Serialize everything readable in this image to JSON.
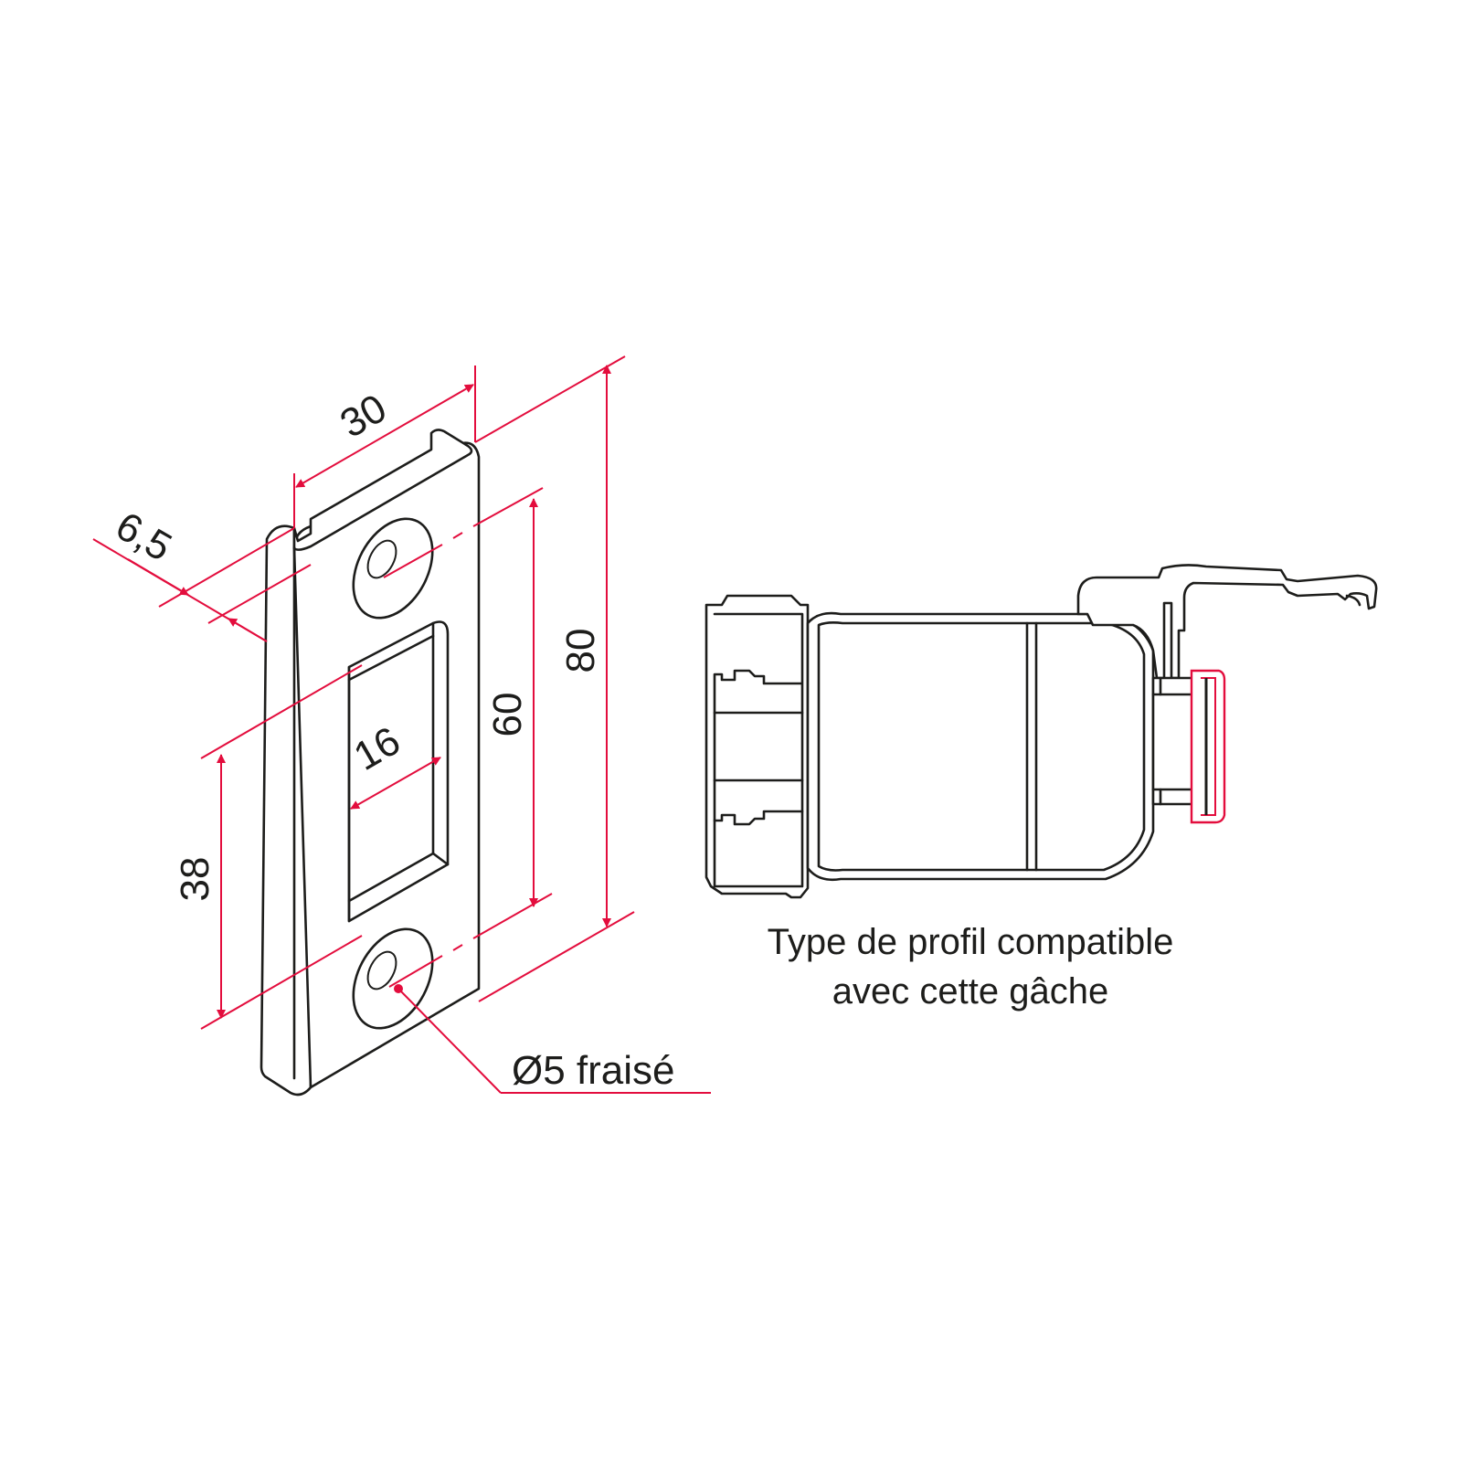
{
  "dimensions": {
    "width": "30",
    "thickness": "6,5",
    "total_height": "80",
    "hole_spacing": "60",
    "opening_width": "16",
    "bottom_offset": "38",
    "hole_note": "Ø5 fraisé"
  },
  "caption": {
    "line1": "Type de profil compatible",
    "line2": "avec cette gâche"
  },
  "colors": {
    "dimension": "#e30d3d",
    "outline": "#1d1d1b",
    "background": "#ffffff"
  }
}
